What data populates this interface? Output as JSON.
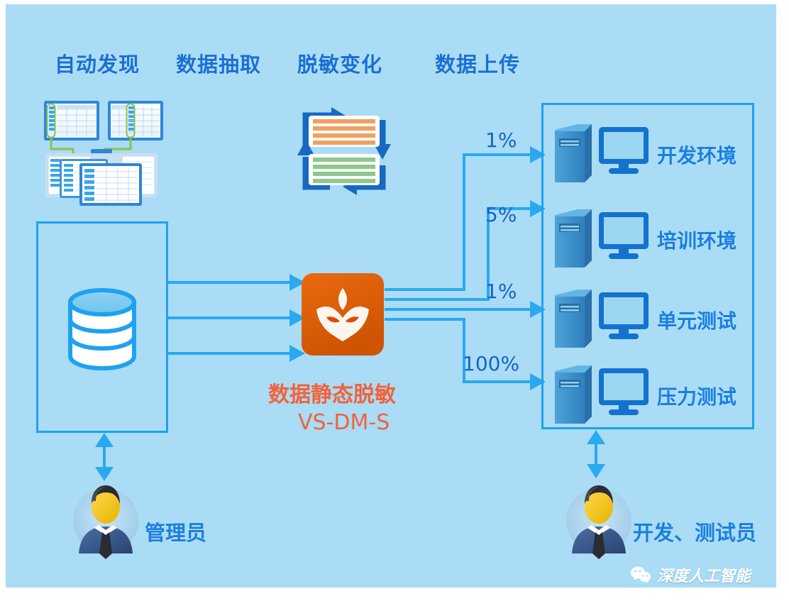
{
  "canvas": {
    "background": "#aadcf5",
    "accent": "#1ea2ef",
    "brand_orange": "#e0620d",
    "label_blue": "#1a7fe0"
  },
  "headers": [
    {
      "label": "自动发现",
      "name": "header-auto-discovery"
    },
    {
      "label": "数据抽取",
      "name": "header-data-extraction"
    },
    {
      "label": "脱敏变化",
      "name": "header-masking-transform"
    },
    {
      "label": "数据上传",
      "name": "header-data-upload"
    }
  ],
  "source": {
    "discovery_icon": "spreadsheet-tables-icon",
    "database_icon": "database-cylinder-icon",
    "box_name": "source-database-box"
  },
  "transform": {
    "icon": "data-transform-cycle-icon",
    "top_block_color": "#f0a060",
    "bottom_block_color": "#8ec98a"
  },
  "engine": {
    "icon": "mask-logo-icon",
    "title": "数据静态脱敏",
    "product": "VS-DM-S",
    "color": "#e0620d"
  },
  "targets": {
    "box_name": "target-environments-box",
    "items": [
      {
        "percent": "1%",
        "label": "开发环境",
        "name": "env-development"
      },
      {
        "percent": "5%",
        "label": "培训环境",
        "name": "env-training"
      },
      {
        "percent": "1%",
        "label": "单元测试",
        "name": "env-unit-test"
      },
      {
        "percent": "100%",
        "label": "压力测试",
        "name": "env-stress-test"
      }
    ]
  },
  "actors": [
    {
      "label": "管理员",
      "name": "actor-administrator",
      "avatar": "person-avatar-icon"
    },
    {
      "label": "开发、测试员",
      "name": "actor-developer-tester",
      "avatar": "person-avatar-icon"
    }
  ],
  "watermark": {
    "icon": "wechat-icon",
    "text": "深度人工智能"
  }
}
